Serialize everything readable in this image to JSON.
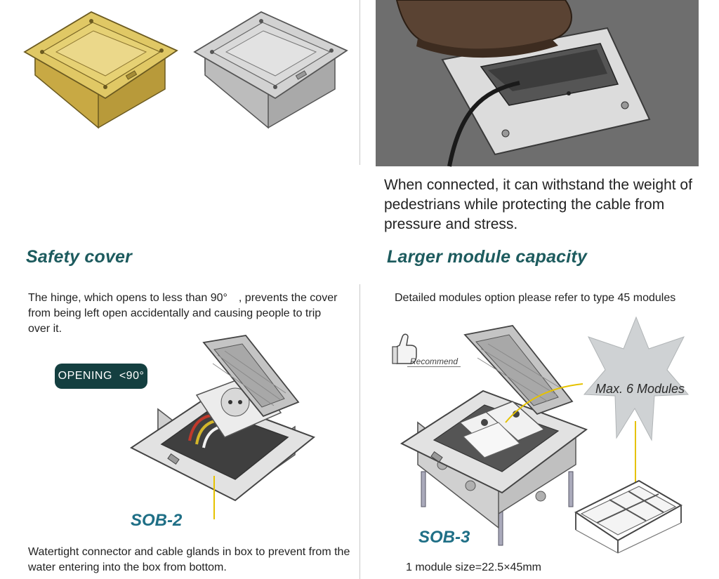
{
  "top_right": {
    "caption": "When connected, it can withstand the weight of pedestrians while protecting the cable from pressure and stress."
  },
  "safety": {
    "heading": "Safety cover",
    "description": "The hinge, which opens to less than 90°　, prevents the cover from being left open accidentally and causing people to trip over it.",
    "badge": "OPENING  <90°",
    "model": "SOB-2",
    "footer": "Watertight connector and cable glands in box to prevent from the water entering into the box from bottom."
  },
  "capacity": {
    "heading": "Larger module capacity",
    "description": "Detailed modules option please refer to type 45 modules",
    "recommend": "Recommend",
    "star_label": "Max. 6 Modules",
    "model": "SOB-3",
    "footer": "1 module size=22.5×45mm"
  },
  "colors": {
    "heading": "#1d5b5e",
    "badge_bg": "#143f40",
    "model": "#1f6f86",
    "brass": "#d9bf5a",
    "steel": "#c9c9c9",
    "photo_bg": "#6e6e6e"
  }
}
